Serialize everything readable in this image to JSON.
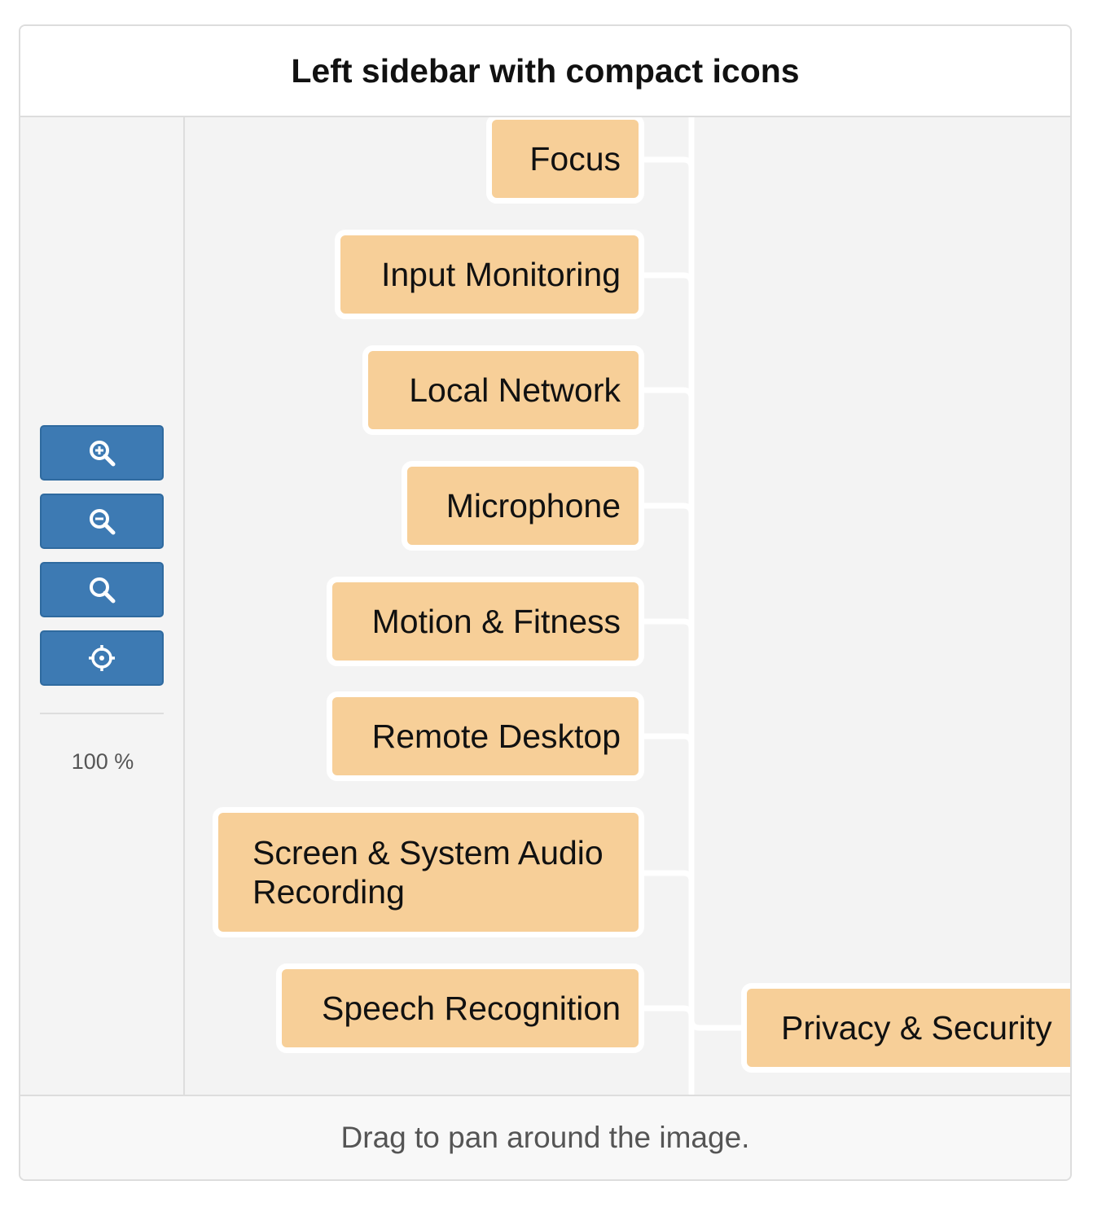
{
  "header": {
    "title": "Left sidebar with compact icons"
  },
  "sidebar": {
    "buttons": [
      {
        "name": "zoom-in-button",
        "icon": "zoom-in-icon"
      },
      {
        "name": "zoom-out-button",
        "icon": "zoom-out-icon"
      },
      {
        "name": "zoom-reset-button",
        "icon": "search-icon"
      },
      {
        "name": "center-view-button",
        "icon": "crosshair-icon"
      }
    ],
    "zoom_level": "100 %"
  },
  "diagram": {
    "root": "Privacy & Security",
    "children": [
      "Focus",
      "Input Monitoring",
      "Local Network",
      "Microphone",
      "Motion & Fitness",
      "Remote Desktop",
      "Screen & System Audio Recording",
      "Speech Recognition"
    ],
    "colors": {
      "node_fill": "#f7cf98",
      "node_border": "#ffffff",
      "button": "#3d7ab3"
    }
  },
  "footer": {
    "hint": "Drag to pan around the image."
  }
}
